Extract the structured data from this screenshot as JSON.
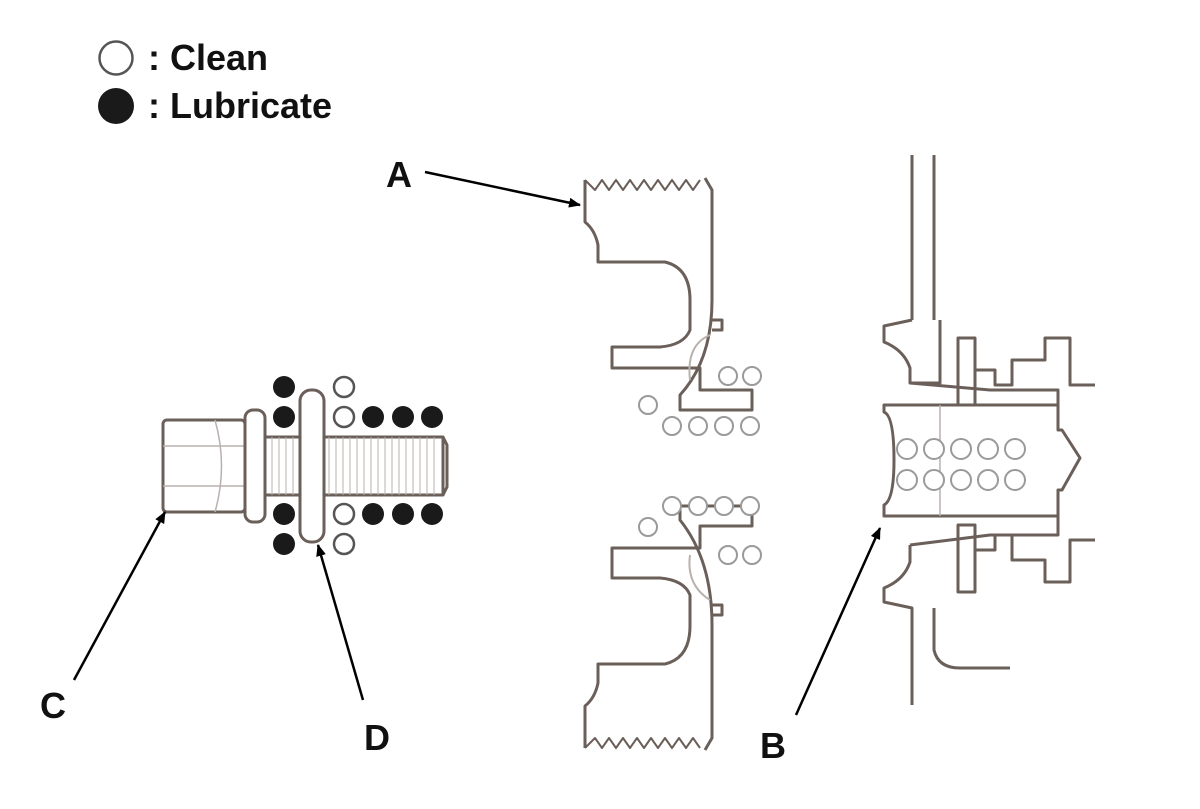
{
  "legend": {
    "clean": {
      "label": ": Clean",
      "symbol": "open-circle-icon",
      "stroke": "#555555"
    },
    "lubricate": {
      "label": ": Lubricate",
      "symbol": "filled-circle-icon",
      "fill": "#1a1a1a"
    }
  },
  "callouts": {
    "a": "A",
    "b": "B",
    "c": "C",
    "d": "D"
  },
  "colors": {
    "part_outline": "#6b5f5a",
    "clean_marker": "#9a9a9a",
    "lube_marker": "#1a1a1a",
    "arrow": "#000000"
  }
}
